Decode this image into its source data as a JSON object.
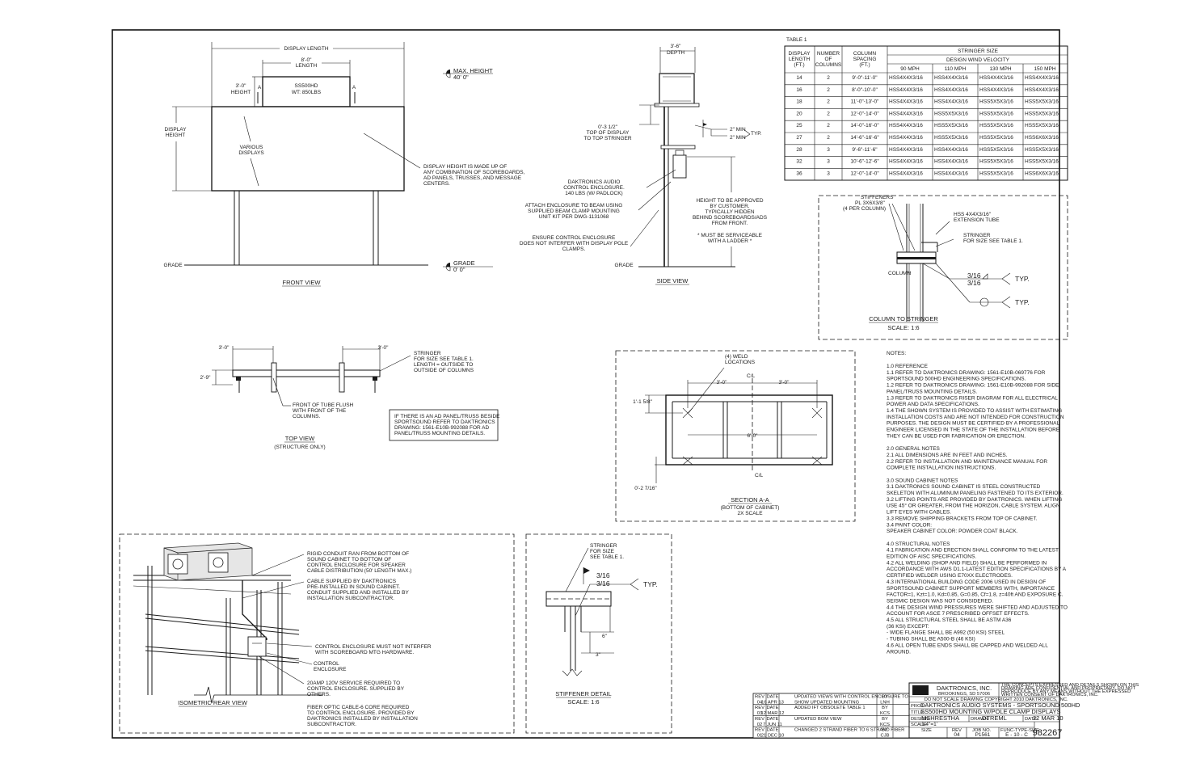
{
  "front_view": {
    "display_length": "DISPLAY LENGTH",
    "cab_length": [
      "8'-0\"",
      "LENGTH"
    ],
    "cab_height": [
      "3'-0\"",
      "HEIGHT"
    ],
    "cab_name": [
      "SS500HD",
      "WT: 850LBS"
    ],
    "section_mark": "A",
    "display_height": [
      "DISPLAY",
      "HEIGHT"
    ],
    "various": [
      "VARIOUS",
      "DISPLAYS"
    ],
    "note": [
      "DISPLAY HEIGHT IS MADE UP OF",
      "ANY COMBINATION OF SCOREBOARDS,",
      "AD PANELS, TRUSSES, AND MESSAGE",
      "CENTERS."
    ],
    "max_height_label": "MAX. HEIGHT",
    "max_height_value": "40' 0\"",
    "grade": "GRADE",
    "grade_value": "0' 0\"",
    "title": "FRONT VIEW"
  },
  "side_view": {
    "depth": [
      "3'-6\"",
      "DEPTH"
    ],
    "top_display": [
      "0'-3 1/2\"",
      "TOP OF DISPLAY",
      "TO TOP STRINGER"
    ],
    "min1": "2\" MIN",
    "min2": "2\" MIN",
    "typ": "TYP.",
    "enclosure": [
      "DAKTRONICS AUDIO",
      "CONTROL ENCLOSURE.",
      "140 LBS (W/ PADLOCK)"
    ],
    "attach": [
      "ATTACH ENCLOSURE TO BEAM USING",
      "SUPPLIED BEAM CLAMP MOUNTING",
      "UNIT KIT PER DWG-1131068"
    ],
    "ensure": [
      "ENSURE CONTROL ENCLOSURE",
      "DOES NOT INTERFER WITH DISPLAY POLE",
      "CLAMPS."
    ],
    "height_note": [
      "HEIGHT TO BE APPROVED",
      "BY CUSTOMER.",
      "TYPICALLY HIDDEN",
      "BEHIND SCOREBOARDS/ADS",
      "FROM FRONT."
    ],
    "service_note": [
      "* MUST BE SERVICEABLE",
      "WITH A LADDER *"
    ],
    "grade": "GRADE",
    "title": "SIDE VIEW"
  },
  "table1": {
    "caption": "TABLE 1",
    "h_display": [
      "DISPLAY",
      "LENGTH",
      "(FT.)"
    ],
    "h_columns": [
      "NUMBER",
      "OF",
      "COLUMNS"
    ],
    "h_spacing": [
      "COLUMN",
      "SPACING",
      "(FT.)"
    ],
    "h_stringer": "STRINGER SIZE",
    "h_wind": "DESIGN WIND VELOCITY",
    "h_speeds": [
      "90 MPH",
      "110 MPH",
      "130 MPH",
      "150 MPH"
    ],
    "rows": [
      [
        "14",
        "2",
        "9'-0\"-11'-0\"",
        "HSS4X4X3/16",
        "HSS4X4X3/16",
        "HSS4X4X3/16",
        "HSS4X4X3/16"
      ],
      [
        "16",
        "2",
        "8'-0\"-10'-0\"",
        "HSS4X4X3/16",
        "HSS4X4X3/16",
        "HSS4X4X3/16",
        "HSS4X4X3/16"
      ],
      [
        "18",
        "2",
        "11'-0\"-13'-0\"",
        "HSS4X4X3/16",
        "HSS4X4X3/16",
        "HSS5X5X3/16",
        "HSS5X5X3/16"
      ],
      [
        "20",
        "2",
        "12'-0\"-14'-0\"",
        "HSS4X4X3/16",
        "HSS5X5X3/16",
        "HSS5X5X3/16",
        "HSS5X5X3/16"
      ],
      [
        "25",
        "2",
        "14'-0\"-16'-0\"",
        "HSS4X4X3/16",
        "HSS5X5X3/16",
        "HSS5X5X3/16",
        "HSS5X5X3/16"
      ],
      [
        "27",
        "2",
        "14'-6\"-16'-6\"",
        "HSS4X4X3/16",
        "HSS5X5X3/16",
        "HSS5X5X3/16",
        "HSS6X6X3/16"
      ],
      [
        "28",
        "3",
        "9'-6\"-11'-6\"",
        "HSS4X4X3/16",
        "HSS4X4X3/16",
        "HSS5X5X3/16",
        "HSS5X5X3/16"
      ],
      [
        "32",
        "3",
        "10'-6\"-12'-6\"",
        "HSS4X4X3/16",
        "HSS4X4X3/16",
        "HSS5X5X3/16",
        "HSS5X5X3/16"
      ],
      [
        "36",
        "3",
        "12'-0\"-14'-0\"",
        "HSS4X4X3/16",
        "HSS4X4X3/16",
        "HSS5X5X3/16",
        "HSS6X6X3/16"
      ]
    ]
  },
  "column_detail": {
    "stiffeners": [
      "STIFFENERS",
      "PL 3X6X3/8\"",
      "(4 PER COLUMN)"
    ],
    "hss": [
      "HSS 4X4X3/16\"",
      "EXTENSION TUBE"
    ],
    "stringer": [
      "STRINGER",
      "FOR SIZE SEE TABLE 1."
    ],
    "column": "COLUMN",
    "weld": "3/16",
    "typ": "TYP.",
    "title": "COLUMN TO STRINGER",
    "scale": "SCALE: 1:6"
  },
  "top_view": {
    "dim_left": "3'-0\"",
    "dim_right": "3'-0\"",
    "dim_height": "2'-9\"",
    "stringer": [
      "STRINGER",
      "FOR SIZE SEE TABLE 1.",
      "LENGTH = OUTSIDE TO",
      "OUTSIDE OF COLUMNS"
    ],
    "front_tube": [
      "FRONT OF TUBE FLUSH",
      "WITH FRONT OF THE",
      "COLUMNS."
    ],
    "adpanel": [
      "IF THERE IS AN AD PANEL/TRUSS BESIDE",
      "SPORTSOUND REFER TO DAKTRONICS",
      "DRAWING: 1561-E10B-992088 FOR AD",
      "PANEL/TRUSS MOUNTING DETAILS."
    ],
    "title": "TOP VIEW",
    "subtitle": "(STRUCTURE ONLY)"
  },
  "section_aa": {
    "weld": [
      "(4) WELD",
      "LOCATIONS"
    ],
    "cl": "C/L",
    "dim_a": "3'-0\"",
    "dim_b": "3'-0\"",
    "dim_c": "6'-0\"",
    "dim_d": "1'-1 5/8\"",
    "dim_e": "0'-2 7/16\"",
    "title": "SECTION A-A",
    "subtitle": "(BOTTOM OF CABINET)",
    "scale": "2X SCALE"
  },
  "notes": {
    "title": "NOTES:",
    "lines": [
      "1.0 REFERENCE",
      "1.1 REFER TO DAKTRONICS DRAWING: 1561-E10B-069776 FOR",
      "SPORTSOUND 500HD ENGINEERING SPECIFICATIONS.",
      "1.2 REFER TO DAKTRONICS DRAWING: 1561-E10B-992088 FOR  SIDE",
      "PANEL/TRUSS MOUNTING DETAILS.",
      "1.3 REFER TO DAKTRONICS RISER DIAGRAM FOR ALL ELECTRICAL",
      "POWER AND DATA SPECIFICATIONS.",
      "1.4  THE SHOWN SYSTEM IS PROVIDED TO ASSIST WITH ESTIMATING",
      "INSTALLATION COSTS AND ARE NOT INTENDED FOR CONSTRUCTION",
      "PURPOSES. THE DESIGN MUST BE CERTIFIED BY A PROFESSIONAL",
      "ENGINEER LICENSED IN THE STATE OF THE INSTALLATION BEFORE",
      "THEY CAN BE USED FOR FABRICATION OR ERECTION.",
      "",
      "2.0 GENERAL NOTES",
      "2.1  ALL DIMENSIONS ARE IN FEET AND INCHES.",
      "2.2  REFER TO INSTALLATION AND MAINTENANCE MANUAL FOR",
      "COMPLETE INSTALLATION INSTRUCTIONS.",
      "",
      "3.0 SOUND CABINET NOTES",
      "3.1  DAKTRONICS SOUND CABINET IS STEEL CONSTRUCTED",
      "SKELETON WITH ALUMINUM PANELING FASTENED TO ITS EXTERIOR.",
      "3.2  LIFTING POINTS ARE PROVIDED BY DAKTRONICS. WHEN LIFTING",
      "USE 45° OR GREATER, FROM THE HORIZON, CABLE SYSTEM. ALIGN",
      "LIFT EYES WITH CABLES.",
      "3.3 REMOVE SHIPPING BRACKETS FROM TOP OF CABINET.",
      "3.4 PAINT COLOR:",
      "            SPEAKER CABINET COLOR: POWDER COAT BLACK.",
      "",
      "4.0  STRUCTURAL NOTES",
      "4.1  FABRICATION AND ERECTION SHALL CONFORM TO THE LATEST",
      "EDITION OF AISC SPECIFICATIONS.",
      "4.2  ALL WELDING (SHOP AND FIELD) SHALL BE PERFORMED IN",
      "ACCORDANCE WITH AWS D1.1-LATEST EDITION SPECIFICATIONS BY A",
      "CERTIFIED WELDER USING E70XX ELECTRODES.",
      "4.3 INTERNATIONAL BUILDING CODE 2006 USED IN DESIGN OF",
      "SPORTSOUND CABINET SUPPORT MEMBERS WITH, IMPORTANCE",
      "FACTOR=1, Kzt=1.0, Kd=0.85, G=0.85, Cf=1.8, z=40ft AND EXPOSURE C.",
      "SEISMIC DESIGN WAS NOT CONSIDERED.",
      "4.4  THE DESIGN WIND PRESSURES WERE SHIFTED AND ADJUSTED TO",
      "ACCOUNT FOR ASCE 7 PRESCRIBED OFFSET EFFECTS.",
      "4.5 ALL STRUCTURAL STEEL SHALL BE ASTM A36",
      "(36 KSI) EXCEPT:",
      "        - WIDE FLANGE SHALL BE A992 (50 KSI) STEEL",
      "  - TUBING SHALL BE A500-B (46 KSI)",
      "4.6 ALL OPEN TUBE ENDS SHALL BE CAPPED AND WELDED ALL",
      "AROUND."
    ]
  },
  "isometric": {
    "conduit": [
      "RIGID CONDUIT RAN FROM BOTTOM OF",
      "SOUND CABINET TO BOTTOM OF",
      "CONTROL ENCLOSURE FOR SPEAKER",
      "CABLE DISTRIBUTION (50' LENGTH MAX.)"
    ],
    "cable": [
      "CABLE SUPPLIED BY DAKTRONICS",
      "PRE-INSTALLED IN SOUND CABINET.",
      "CONDUIT SUPPLIED AND INSTALLED BY",
      "INSTALLATION SUBCONTRACTOR."
    ],
    "interfer": [
      "CONTROL ENCLOSURE MUST NOT INTERFER",
      "WITH SCOREBOARD MTG HARDWARE."
    ],
    "control": [
      "CONTROL",
      "ENCLOSURE"
    ],
    "service": [
      "20AMP 120V SERVICE REQUIRED TO",
      "CONTROL ENCLOSURE. SUPPLIED BY",
      "OTHERS."
    ],
    "fiber": [
      "FIBER OPTIC CABLE-6 CORE REQUIRED",
      "TO CONTROL ENCLOSURE. PROVIDED BY",
      "DAKTRONICS INSTALLED BY INSTALLATION",
      "SUBCONTRACTOR."
    ],
    "title": "ISOMETRIC REAR VIEW"
  },
  "stiffener": {
    "stringer": [
      "STRINGER",
      "FOR SIZE",
      "SEE TABLE 1."
    ],
    "weld": "3/16",
    "typ": "TYP.",
    "dim6": "6\"",
    "dim3": "3\"",
    "title": "STIFFENER DETAIL",
    "scale": "SCALE: 1:6"
  },
  "revisions": {
    "rows": [
      [
        "REV",
        "DATE",
        "UPDATED VIEWS WITH CONTROL ENCLOSURE TO",
        "BY"
      ],
      [
        "04",
        "16 APR 13",
        "SHOW UPDATED MOUNTING",
        "LNH"
      ],
      [
        "REV",
        "DATE",
        "ADDED IFT OBSOLETE TABLE 1",
        "BY"
      ],
      [
        "03",
        "12 MAR 12",
        "",
        "KCS"
      ],
      [
        "REV",
        "DATE",
        "UPDATED BOM VIEW",
        "BY"
      ],
      [
        "02",
        "7 JUN 11",
        "",
        "KCS"
      ],
      [
        "REV",
        "DATE",
        "CHANGED 2 STRAND FIBER TO 6 STRAND FIBER",
        "BY"
      ],
      [
        "01",
        "21 DEC 10",
        "",
        "CJB"
      ]
    ]
  },
  "title_block": {
    "company": "DAKTRONICS, INC.",
    "city": "BROOKINGS, SD  57006",
    "noscale": "DO NOT SCALE DRAWING",
    "legal": [
      "THE CONCEPTS EXPRESSED AND DETAILS SHOWN ON THIS",
      "DRAWING ARE CONFIDENTIAL AND PROPRIETARY.  DO NOT",
      "REPRODUCE BY ANY MEANS WITHOUT THE EXPRESSED",
      "WRITTEN CONSENT OF DAKTRONICS, INC.",
      "COPYRIGHT 2010 DAKTRONICS, INC."
    ],
    "proj_label": "PROJ:",
    "project": "DAKTRONICS AUDIO SYSTEMS - SPORTSOUND 500HD",
    "title_label": "TITLE:",
    "title": "SS500HD MOUNTING W/POLE CLAMP DISPLAYS",
    "design_label": "DESIGN:",
    "designer": "MSHRESTHA",
    "drawn_label": "DRAWN:",
    "drawn": "DTREML",
    "date_label": "DATE:",
    "date": "22 MAR 10",
    "scale_label": "SCALE:",
    "scale": "1/4\"=1'",
    "size_labels": [
      "SIZE",
      "REV",
      "JOB NO.",
      "FUNC-TYPE-SIZE"
    ],
    "rev": "04",
    "job": "P1561",
    "func": "E - 10 - C",
    "number": "982267"
  }
}
